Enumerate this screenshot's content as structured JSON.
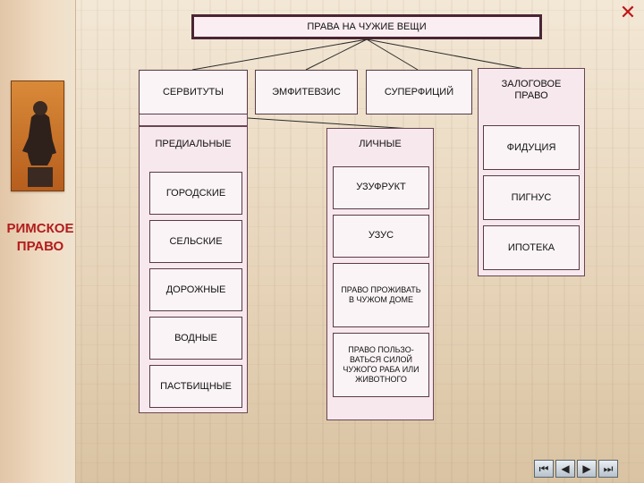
{
  "close_icon": "✕",
  "side_title": "РИМСКОЕ\nПРАВО",
  "title": "ПРАВА НА ЧУЖИЕ ВЕЩИ",
  "top_boxes": {
    "servitudes": "СЕРВИТУТЫ",
    "emphyteusis": "ЭМФИТЕВЗИС",
    "superficies": "СУПЕРФИЦИЙ",
    "pledge": "ЗАЛОГОВОЕ ПРАВО"
  },
  "servitudes": {
    "predial": "ПРЕДИАЛЬНЫЕ",
    "urban": "ГОРОДСКИЕ",
    "rural": "СЕЛЬСКИЕ",
    "road": "ДОРОЖНЫЕ",
    "water": "ВОДНЫЕ",
    "pasture": "ПАСТБИЩНЫЕ"
  },
  "personal": {
    "header": "ЛИЧНЫЕ",
    "usufruct": "УЗУФРУКТ",
    "usus": "УЗУС",
    "habitatio": "ПРАВО ПРОЖИВАТЬ В ЧУЖОМ ДОМЕ",
    "operae": "ПРАВО ПОЛЬЗО-ВАТЬСЯ СИЛОЙ ЧУЖОГО РАБА ИЛИ ЖИВОТНОГО"
  },
  "pledge": {
    "fiducia": "ФИДУЦИЯ",
    "pignus": "ПИГНУС",
    "hypotheca": "ИПОТЕКА"
  },
  "nav": [
    "⏮",
    "◀",
    "▶",
    "⏭"
  ],
  "colors": {
    "accent_red": "#b21c1c",
    "box_border": "#5a3a46",
    "panel_fill": "#f7e8ee"
  }
}
